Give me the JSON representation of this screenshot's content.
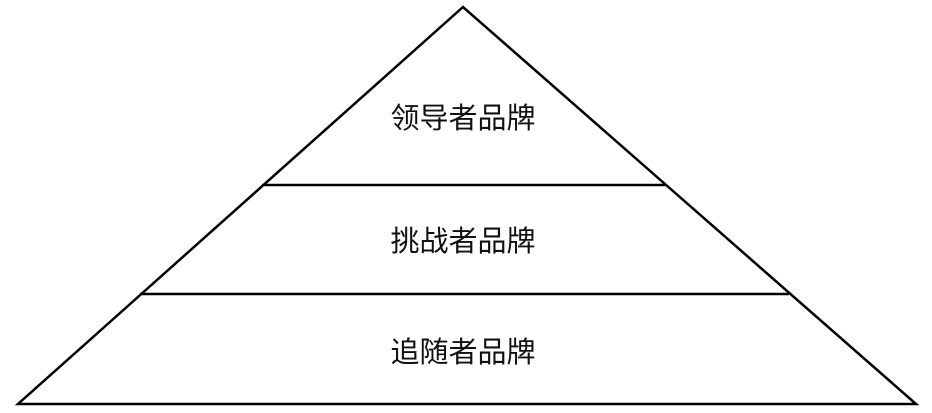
{
  "diagram": {
    "type": "pyramid",
    "tiers": [
      {
        "label": "领导者品牌"
      },
      {
        "label": "挑战者品牌"
      },
      {
        "label": "追随者品牌"
      }
    ]
  }
}
